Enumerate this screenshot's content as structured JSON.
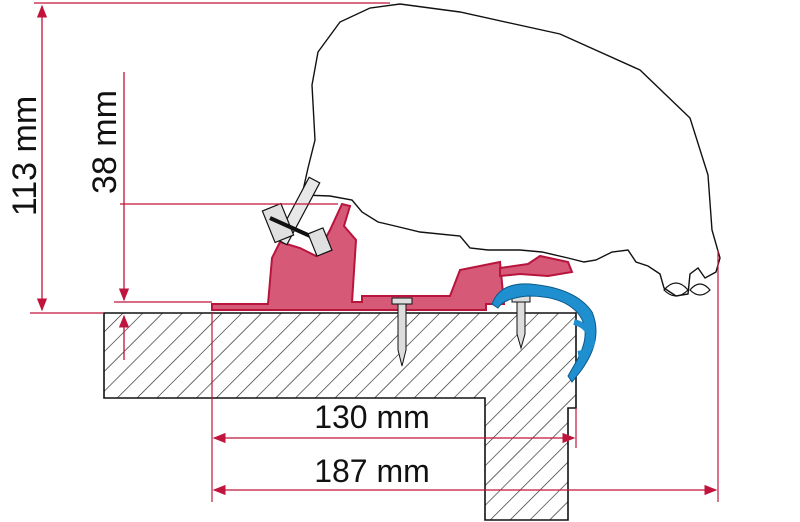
{
  "dimensions": {
    "total_height": "113 mm",
    "bracket_height": "38 mm",
    "inner_width": "130 mm",
    "total_width": "187 mm"
  },
  "colors": {
    "dimension_line": "#c0143c",
    "bracket": "#b8143c",
    "bracket_fill": "#d65a78",
    "clip": "#1f8fd0",
    "outline": "#111111",
    "hatch": "#222222"
  }
}
